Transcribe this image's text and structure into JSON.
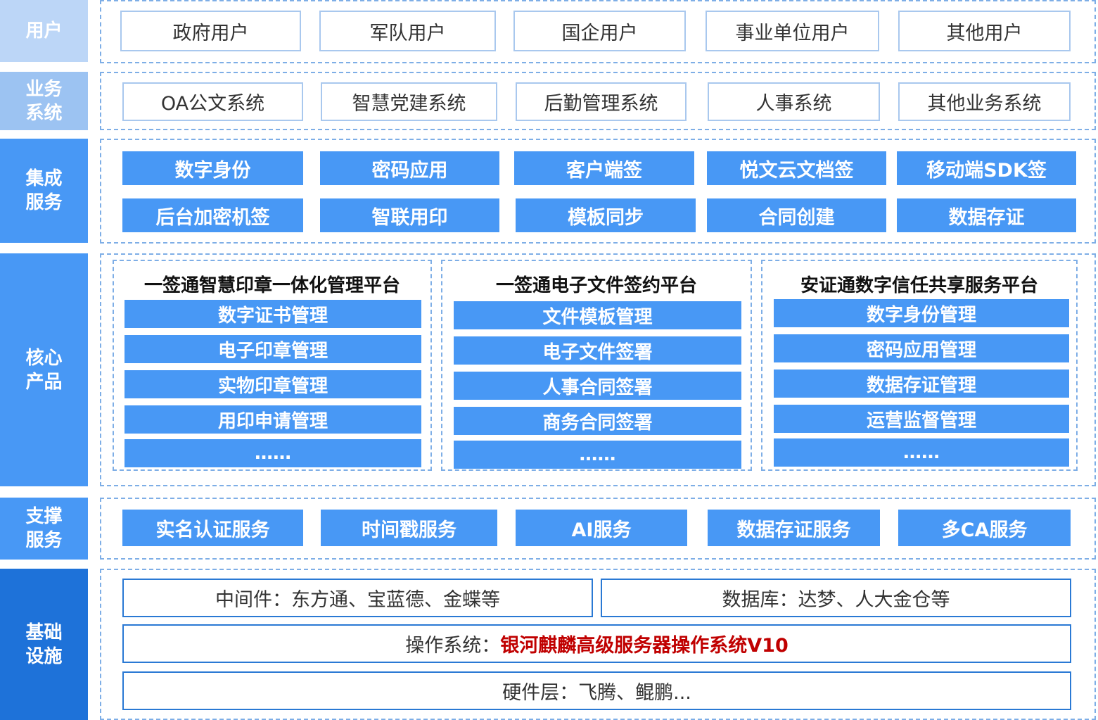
{
  "colors": {
    "users_label": "#bcd6f7",
    "biz_label": "#9cc3f2",
    "integ_label": "#4898f5",
    "core_label": "#4898f5",
    "support_label": "#4898f5",
    "infra_label": "#1e72d9",
    "blue_box": "#4898f5",
    "dashed_border": "#7eaee6",
    "highlight": "#c00000"
  },
  "layers": {
    "users": {
      "label": "用户",
      "items": [
        "政府用户",
        "军队用户",
        "国企用户",
        "事业单位用户",
        "其他用户"
      ]
    },
    "business": {
      "label": "业务\n系统",
      "items": [
        "OA公文系统",
        "智慧党建系统",
        "后勤管理系统",
        "人事系统",
        "其他业务系统"
      ]
    },
    "integration": {
      "label": "集成\n服务",
      "row1": [
        "数字身份",
        "密码应用",
        "客户端签",
        "悦文云文档签",
        "移动端SDK签"
      ],
      "row2": [
        "后台加密机签",
        "智联用印",
        "模板同步",
        "合同创建",
        "数据存证"
      ]
    },
    "core": {
      "label": "核心\n产品",
      "panels": [
        {
          "title": "一签通智慧印章一体化管理平台",
          "items": [
            "数字证书管理",
            "电子印章管理",
            "实物印章管理",
            "用印申请管理",
            "……"
          ]
        },
        {
          "title": "一签通电子文件签约平台",
          "items": [
            "文件模板管理",
            "电子文件签署",
            "人事合同签署",
            "商务合同签署",
            "……"
          ]
        },
        {
          "title": "安证通数字信任共享服务平台",
          "items": [
            "数字身份管理",
            "密码应用管理",
            "数据存证管理",
            "运营监督管理",
            "……"
          ]
        }
      ]
    },
    "support": {
      "label": "支撑\n服务",
      "items": [
        "实名认证服务",
        "时间戳服务",
        "AI服务",
        "数据存证服务",
        "多CA服务"
      ]
    },
    "infra": {
      "label": "基础\n设施",
      "middleware": "中间件：东方通、宝蓝德、金蝶等",
      "database": "数据库：达梦、人大金仓等",
      "os_prefix": "操作系统：",
      "os_name": "银河麒麟高级服务器操作系统V10",
      "hardware": "硬件层：飞腾、鲲鹏..."
    }
  }
}
